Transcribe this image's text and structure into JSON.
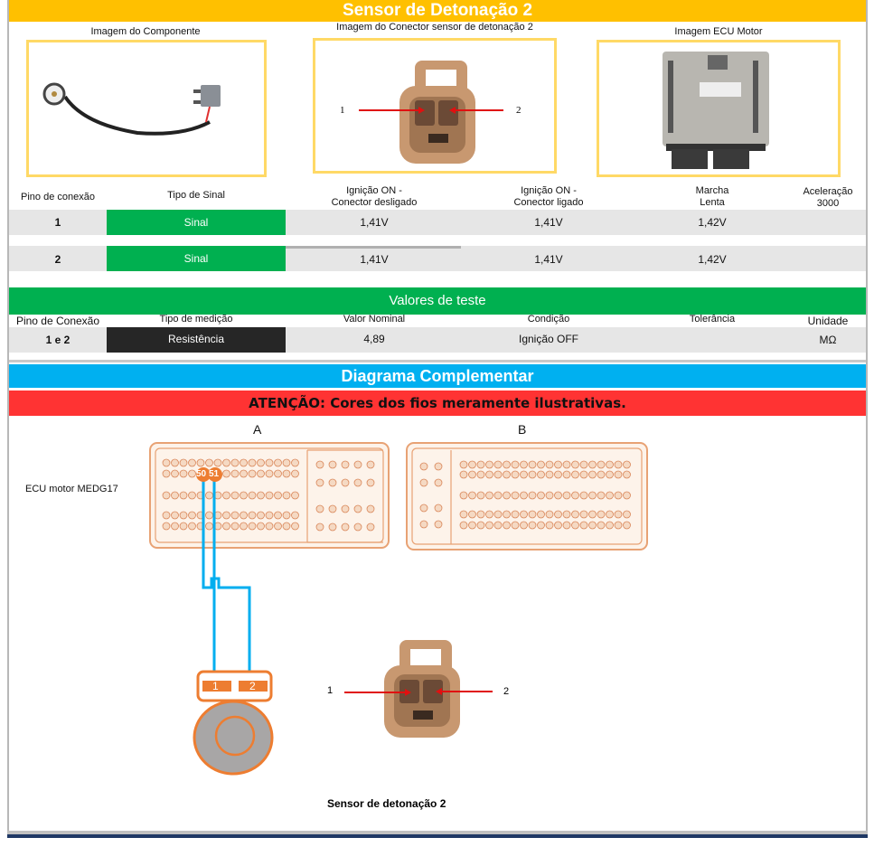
{
  "title": "Sensor de Detonação 2",
  "images": {
    "component_caption": "Imagem do Componente",
    "connector_caption": "Imagem do Conector sensor de detonação 2",
    "ecu_caption": "Imagem ECU Motor",
    "connector_pin_labels": [
      "1",
      "2"
    ]
  },
  "signal_table": {
    "headers": [
      "Pino de conexão",
      "Tipo de Sinal",
      "Ignição ON -\nConector desligado",
      "Ignição ON -\nConector ligado",
      "Marcha\nLenta",
      "Aceleração\n3000"
    ],
    "header_lines": {
      "col1": "Pino de conexão",
      "col2": "Tipo de Sinal",
      "col3a": "Ignição ON -",
      "col3b": "Conector desligado",
      "col4a": "Ignição ON -",
      "col4b": "Conector ligado",
      "col5a": "Marcha",
      "col5b": "Lenta",
      "col6a": "Aceleração",
      "col6b": "3000"
    },
    "rows": [
      {
        "pin": "1",
        "type": "Sinal",
        "ign_on_disconnected": "1,41V",
        "ign_on_connected": "1,41V",
        "idle": "1,42V",
        "accel_3000": ""
      },
      {
        "pin": "2",
        "type": "Sinal",
        "ign_on_disconnected": "1,41V",
        "ign_on_connected": "1,41V",
        "idle": "1,42V",
        "accel_3000": ""
      }
    ]
  },
  "test_values": {
    "banner": "Valores de teste",
    "headers": {
      "pin": "Pino de Conexão",
      "measurement": "Tipo de medição",
      "nominal": "Valor Nominal",
      "condition": "Condição",
      "tolerance": "Tolerância",
      "unit": "Unidade"
    },
    "row": {
      "pin": "1 e 2",
      "measurement": "Resistência",
      "nominal": "4,89",
      "condition": "Ignição OFF",
      "tolerance": "",
      "unit": "MΩ"
    }
  },
  "diagram": {
    "banner": "Diagrama Complementar",
    "warning": "ATENÇÃO: Cores dos fios meramente ilustrativas.",
    "connector_a_label": "A",
    "connector_b_label": "B",
    "ecu_label": "ECU motor MEDG17",
    "ecu_pins_highlighted": [
      "50",
      "51"
    ],
    "sensor_pins": [
      "1",
      "2"
    ],
    "connector_pin_labels": [
      "1",
      "2"
    ],
    "sensor_caption": "Sensor de detonação 2",
    "colors": {
      "wire": "#00aeef",
      "connector": "#ed7d31"
    }
  }
}
